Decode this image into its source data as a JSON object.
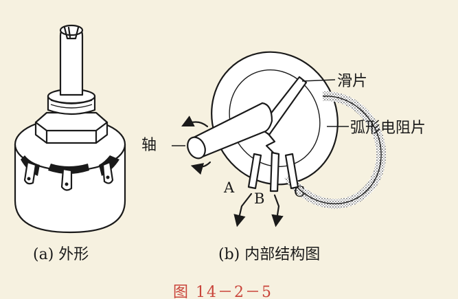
{
  "captions": {
    "a": "(a) 外形",
    "b": "(b) 内部结构图"
  },
  "labels": {
    "wiper": "滑片",
    "arc_resistor": "弧形电阻片",
    "shaft": "轴",
    "terminal_a": "A",
    "terminal_b": "B",
    "terminal_c": "C"
  },
  "figure_number": "图 14－2－5",
  "colors": {
    "background": "#f6f1e0",
    "ink": "#1a1a1a",
    "figure_number": "#c9443a"
  }
}
